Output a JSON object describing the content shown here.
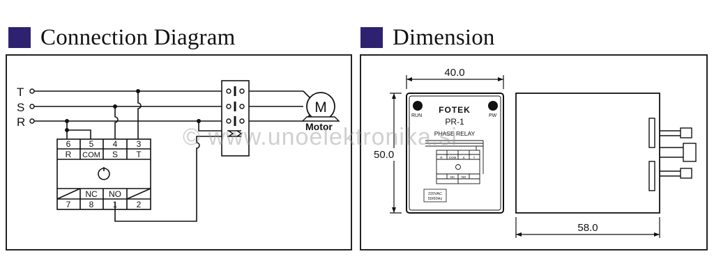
{
  "connection": {
    "title": "Connection Diagram",
    "lines": [
      "T",
      "S",
      "R"
    ],
    "top_terminals": [
      {
        "num": "6",
        "label": "R"
      },
      {
        "num": "5",
        "label": "COM"
      },
      {
        "num": "4",
        "label": "S"
      },
      {
        "num": "3",
        "label": "T"
      }
    ],
    "contact_labels": {
      "nc": "NC",
      "no": "NO"
    },
    "bottom_terminals": [
      "7",
      "8",
      "1",
      "2"
    ],
    "motor_symbol": "M",
    "motor_label": "Motor"
  },
  "dimension": {
    "title": "Dimension",
    "width": "40.0",
    "height": "50.0",
    "depth": "58.0",
    "front": {
      "run": "RUN",
      "pw": "PW",
      "brand": "FOTEK",
      "model": "PR-1",
      "caption": "PHASE RELAY",
      "mini_top": [
        "R",
        "COM",
        "S",
        "T"
      ],
      "mini_contacts": [
        "NC",
        "NO"
      ],
      "rating": [
        "220VAC",
        "50/60Hz"
      ]
    }
  },
  "watermark": "© www.unoelektronika.si",
  "colors": {
    "accent": "#2e2270",
    "line": "#111111"
  }
}
